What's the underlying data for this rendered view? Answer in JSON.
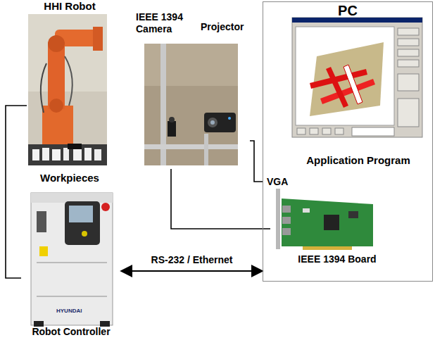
{
  "diagram": {
    "nodes": [
      {
        "text": [
          "HHI Robot",
          "Workpieces"
        ]
      },
      {
        "text": [
          "Robot Controller"
        ]
      },
      {
        "text": [
          "IEEE 1394 Camera",
          "Projector"
        ]
      },
      {
        "text": [
          "PC"
        ]
      },
      {
        "text": [
          "Application Program"
        ],
        "in": 3
      },
      {
        "text": [
          "IEEE 1394 Board"
        ],
        "in": 3
      }
    ],
    "edges": [
      {
        "from": 0,
        "to": 1,
        "arrow": "none"
      },
      {
        "from": 1,
        "to": 3,
        "label": "RS-232 / Ethernet",
        "arrow": "both"
      },
      {
        "from": 2,
        "to": 3,
        "label": "VGA",
        "arrow": "none"
      },
      {
        "from": 2,
        "to": 5,
        "arrow": "none"
      }
    ],
    "labels": [
      "HYUNDAI"
    ]
  }
}
